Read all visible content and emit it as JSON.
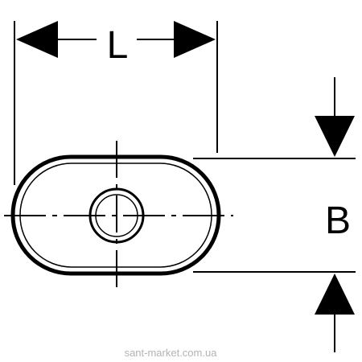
{
  "labels": {
    "length": "L",
    "width": "B"
  },
  "watermark": "sant-market.com.ua",
  "colors": {
    "ink": "#000000",
    "watermark": "#b3b3b3",
    "background": "#ffffff"
  }
}
